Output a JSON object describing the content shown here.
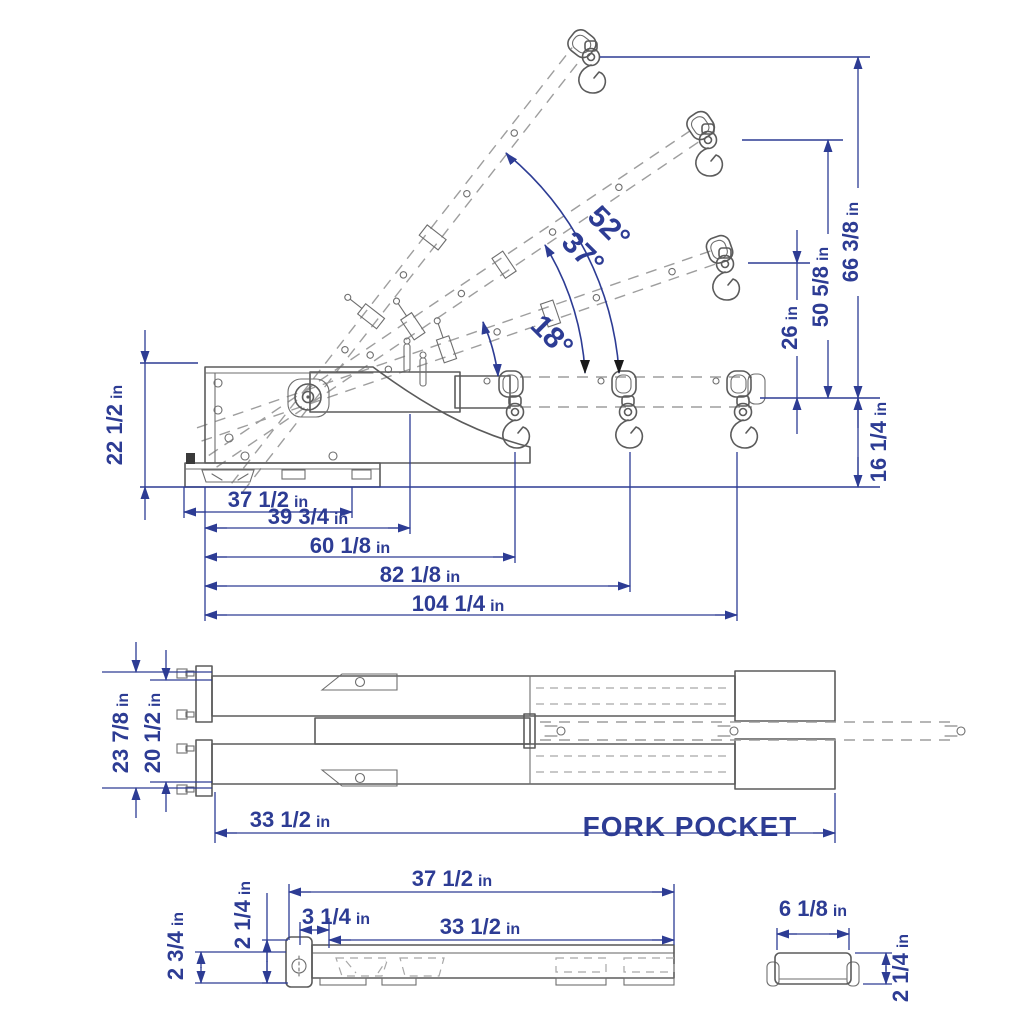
{
  "accent_color": "#2d3c94",
  "line_color": "#5b5b5b",
  "ghost_color": "#9e9e9e",
  "side_view": {
    "description": "forklift jib boom crane side elevation with boom angle positions",
    "angle_labels": [
      {
        "text": "18°"
      },
      {
        "text": "37°"
      },
      {
        "text": "52°"
      }
    ],
    "dim_frame_height": {
      "value": "22 1/2",
      "unit": "in"
    },
    "dim_hook_rise_18": {
      "value": "26",
      "unit": "in"
    },
    "dim_hook_rise_37": {
      "value": "50 5/8",
      "unit": "in"
    },
    "dim_hook_rise_52": {
      "value": "66 3/8",
      "unit": "in"
    },
    "dim_boom_height": {
      "value": "16 1/4",
      "unit": "in"
    },
    "dim_reach": [
      {
        "value": "37 1/2",
        "unit": "in"
      },
      {
        "value": "39 3/4",
        "unit": "in"
      },
      {
        "value": "60 1/8",
        "unit": "in"
      },
      {
        "value": "82 1/8",
        "unit": "in"
      },
      {
        "value": "104 1/4",
        "unit": "in"
      }
    ]
  },
  "plan_view": {
    "description": "top view of fork pocket frame and boom",
    "dim_width_outer": {
      "value": "23 7/8",
      "unit": "in"
    },
    "dim_width_inner": {
      "value": "20 1/2",
      "unit": "in"
    },
    "dim_pocket_length": {
      "value": "33 1/2",
      "unit": "in"
    }
  },
  "fork_pocket_view": {
    "title": "FORK POCKET",
    "dim_overall_length": {
      "value": "37 1/2",
      "unit": "in"
    },
    "dim_pocket_length": {
      "value": "33 1/2",
      "unit": "in"
    },
    "dim_end_offset": {
      "value": "3 1/4",
      "unit": "in"
    },
    "dim_inner_height": {
      "value": "2 1/4",
      "unit": "in"
    },
    "dim_outer_height": {
      "value": "2 3/4",
      "unit": "in"
    },
    "section": {
      "dim_width": {
        "value": "6 1/8",
        "unit": "in"
      },
      "dim_height": {
        "value": "2 1/4",
        "unit": "in"
      }
    }
  }
}
